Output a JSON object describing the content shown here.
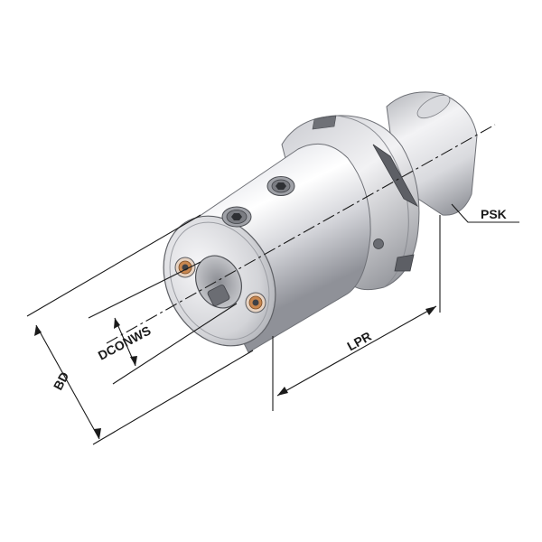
{
  "diagram": {
    "dimension_labels": {
      "psk": "PSK",
      "lpr": "LPR",
      "dconws": "DCONWS",
      "bd": "BD"
    },
    "colors": {
      "line": "#1a1a1a",
      "metal_light": "#f4f4f6",
      "metal_mid": "#c8c9ce",
      "metal_dark": "#7d7f86",
      "screw_accent": "#c9874f"
    }
  }
}
